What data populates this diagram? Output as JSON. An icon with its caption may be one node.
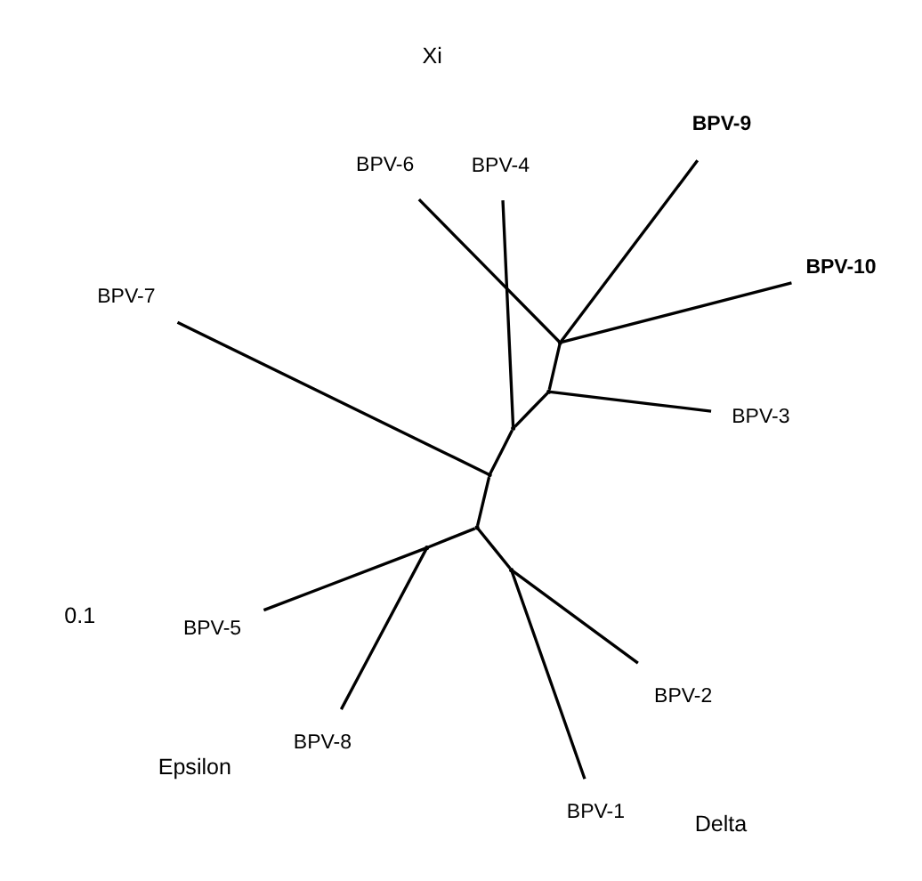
{
  "diagram": {
    "nodes": [
      {
        "text": [
          "BPV-6"
        ]
      },
      {
        "text": [
          "BPV-10"
        ]
      },
      {
        "text": [
          "BPV-3"
        ]
      },
      {
        "text": [
          "BPV-9"
        ]
      },
      {
        "text": [
          "BPV-4"
        ]
      },
      {
        "text": [
          "BPV-7"
        ]
      },
      {
        "text": [
          "BPV-8"
        ]
      },
      {
        "text": [
          "BPV-5"
        ]
      },
      {
        "text": [
          "BPV-1"
        ]
      },
      {
        "text": [
          "BPV-2"
        ]
      },
      {
        "text": [],
        "shape": "point"
      },
      {
        "text": [],
        "shape": "point"
      },
      {
        "text": [],
        "shape": "point"
      },
      {
        "text": [],
        "shape": "point"
      },
      {
        "text": [],
        "shape": "point"
      },
      {
        "text": [],
        "shape": "point"
      },
      {
        "text": [],
        "shape": "point"
      }
    ],
    "edges": [
      {
        "from": 10,
        "to": 0,
        "arrow": "none"
      },
      {
        "from": 10,
        "to": 1,
        "arrow": "none"
      },
      {
        "from": 10,
        "to": 3,
        "arrow": "none"
      },
      {
        "from": 11,
        "to": 10,
        "arrow": "none"
      },
      {
        "from": 11,
        "to": 2,
        "arrow": "none"
      },
      {
        "from": 12,
        "to": 11,
        "arrow": "none"
      },
      {
        "from": 12,
        "to": 4,
        "arrow": "none"
      },
      {
        "from": 12,
        "to": 13,
        "arrow": "none"
      },
      {
        "from": 13,
        "to": 5,
        "arrow": "none"
      },
      {
        "from": 13,
        "to": 14,
        "arrow": "none"
      },
      {
        "from": 14,
        "to": 15,
        "arrow": "none"
      },
      {
        "from": 15,
        "to": 6,
        "arrow": "none"
      },
      {
        "from": 15,
        "to": 7,
        "arrow": "none"
      },
      {
        "from": 14,
        "to": 16,
        "arrow": "none"
      },
      {
        "from": 16,
        "to": 9,
        "arrow": "none"
      },
      {
        "from": 16,
        "to": 8,
        "arrow": "none"
      }
    ],
    "labels": [
      "Xi",
      "Epsilon",
      "Delta",
      "0.1"
    ]
  }
}
